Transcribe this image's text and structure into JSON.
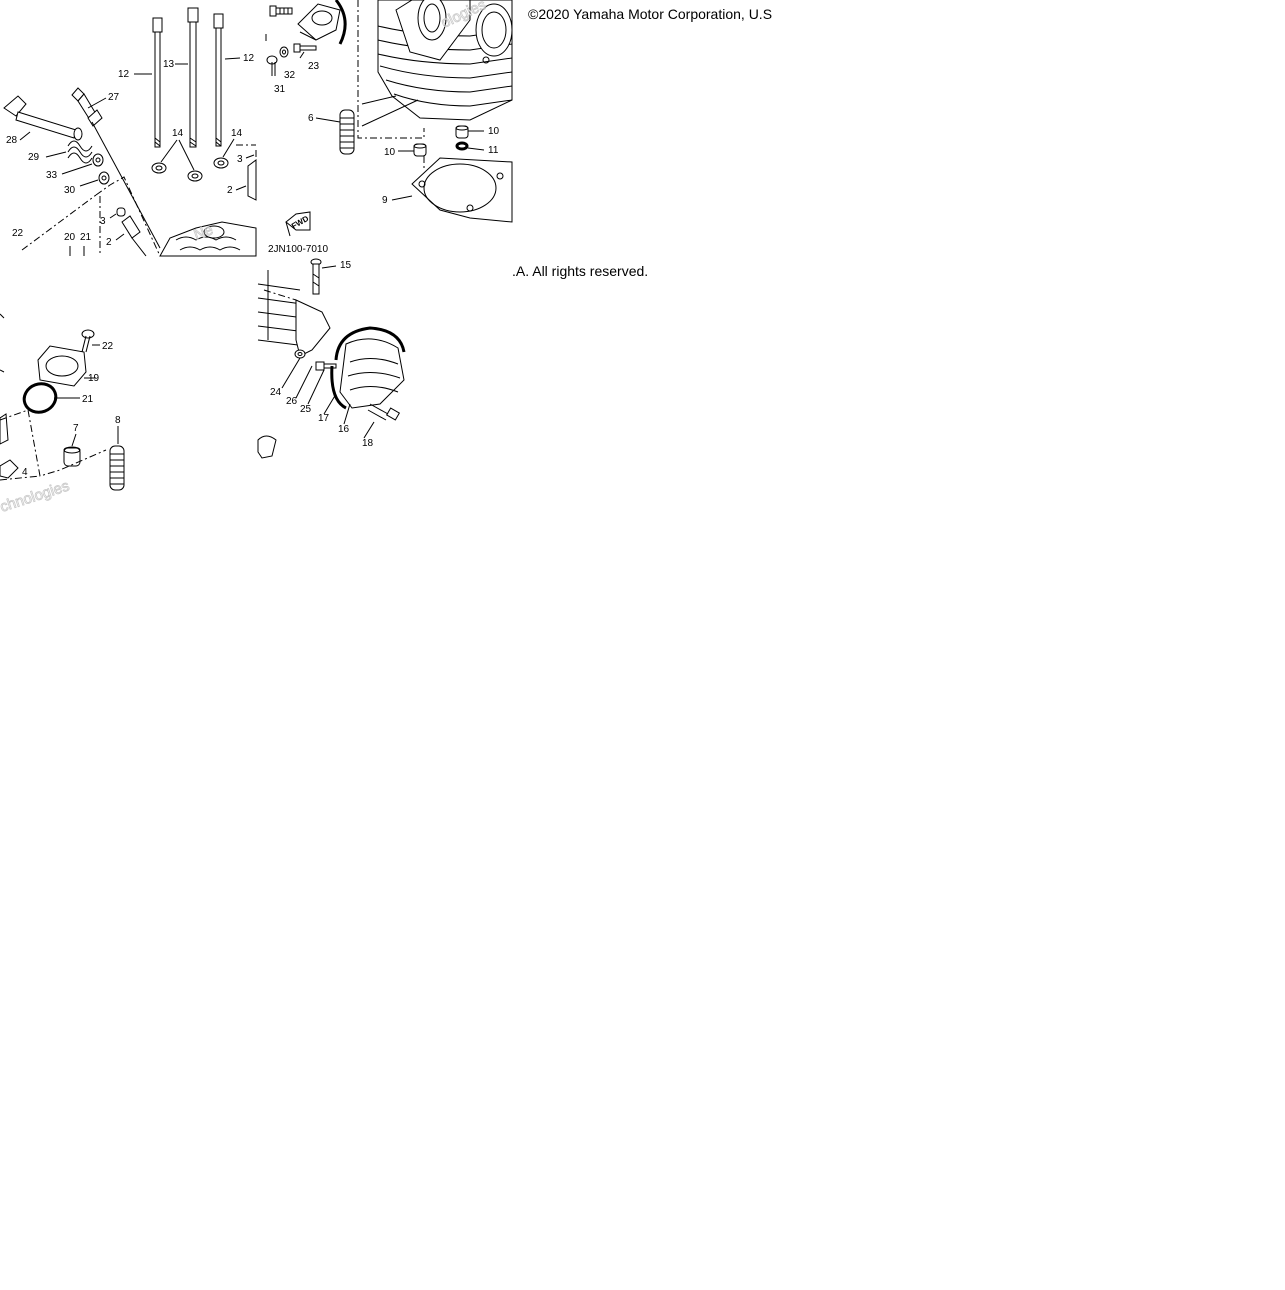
{
  "copyright": {
    "line1": "©2020 Yamaha Motor Corporation, U.S",
    "line2": ".A. All rights reserved."
  },
  "diagram_code": "2JN100-7010",
  "fwd_label": "FWD",
  "watermark": {
    "tile1": "Ne",
    "tile2": "ologies",
    "tile3": "chnologies"
  },
  "parts": {
    "p1": "12",
    "p2": "13",
    "p3": "12",
    "p4": "27",
    "p5": "28",
    "p6": "29",
    "p7": "33",
    "p8": "30",
    "p9": "14",
    "p10": "14",
    "p11": "3",
    "p12": "2",
    "p13": "3",
    "p14": "2",
    "p15": "22",
    "p16": "20",
    "p17": "21",
    "p18": "32",
    "p19": "23",
    "p20": "31",
    "p21": "6",
    "p22": "10",
    "p23": "10",
    "p24": "11",
    "p25": "9",
    "p26": "15",
    "p27": "24",
    "p28": "26",
    "p29": "25",
    "p30": "17",
    "p31": "16",
    "p32": "18",
    "p33": "22",
    "p34": "19",
    "p35": "21",
    "p36": "7",
    "p37": "8",
    "p38": "4"
  }
}
